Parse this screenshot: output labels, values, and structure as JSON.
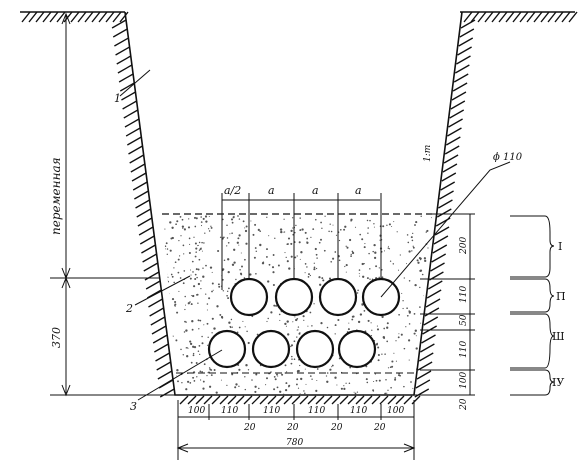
{
  "drawing": {
    "vertical_label": "переменная",
    "depth_label": "370",
    "slope_label": "1:m",
    "pipe_diameter": "ϕ 110",
    "spacing_half": "a/2",
    "spacing": "a",
    "callouts": {
      "c1": "1",
      "c2": "2",
      "c3": "3"
    },
    "zones": {
      "z1": "I",
      "z2": "П",
      "z3": "Ш",
      "z4": "IУ"
    },
    "right_dims": {
      "d200": "200",
      "d110a": "110",
      "d50": "50",
      "d110b": "110",
      "d100": "100",
      "d20": "20"
    },
    "bottom_dims": {
      "b100": "100",
      "b110a": "110",
      "b110b": "110",
      "b110c": "110",
      "b110d": "110",
      "b100b": "100",
      "b20a": "20",
      "b20b": "20",
      "b20c": "20",
      "b20d": "20",
      "total": "780"
    }
  },
  "colors": {
    "ink": "#111111",
    "paper": "#ffffff",
    "sand": "#555555"
  }
}
